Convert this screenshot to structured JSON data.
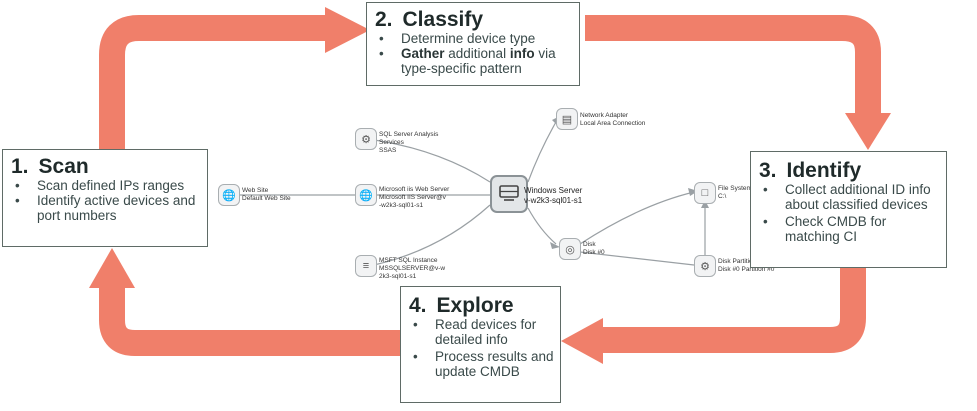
{
  "steps": {
    "scan": {
      "number": "1.",
      "title": "Scan",
      "bullets": [
        {
          "text": "Scan defined IPs ranges"
        },
        {
          "text": "Identify active devices and port numbers"
        }
      ]
    },
    "classify": {
      "number": "2.",
      "title": "Classify",
      "bullets": [
        {
          "text": "Determine device type"
        },
        {
          "bold1": "Gather",
          "mid": " additional ",
          "bold2": "info",
          "rest": " via type-specific pattern"
        }
      ]
    },
    "identify": {
      "number": "3.",
      "title": "Identify",
      "bullets": [
        {
          "text": "Collect additional ID info about classified devices"
        },
        {
          "text": "Check CMDB for matching CI"
        }
      ]
    },
    "explore": {
      "number": "4.",
      "title": "Explore",
      "bullets": [
        {
          "text": "Read devices for detailed info"
        },
        {
          "text": "Process results and update CMDB"
        }
      ]
    }
  },
  "graph": {
    "center": {
      "line1": "Windows Server",
      "line2": "v-w2k3-sql01-s1",
      "icon": "server-icon"
    },
    "nodes": {
      "web_site": {
        "line1": "Web Site",
        "line2": "Default Web Site",
        "icon": "globe-icon"
      },
      "sql_analysis": {
        "line1": "SQL Server Analysis",
        "line2": "Services",
        "line3": "SSAS",
        "icon": "gear-icon"
      },
      "iis": {
        "line1": "Microsoft iis Web Server",
        "line2": "Microsoft IIS Server@v",
        "line3": "-w2k3-sql01-s1",
        "icon": "globe-icon"
      },
      "mssql": {
        "line1": "MSFT SQL Instance",
        "line2": "MSSQLSERVER@v-w",
        "line3": "2k3-sql01-s1",
        "icon": "database-icon"
      },
      "network_adapter": {
        "line1": "Network Adapter",
        "line2": "Local Area Connection",
        "icon": "network-card-icon"
      },
      "disk": {
        "line1": "Disk",
        "line2": "Disk #0",
        "icon": "disk-icon"
      },
      "file_system": {
        "line1": "File System",
        "line2": "C:\\",
        "icon": "folder-icon"
      },
      "partition": {
        "line1": "Disk Partition",
        "line2": "Disk #0 Partition #0",
        "icon": "gear-icon"
      }
    }
  },
  "colors": {
    "arrow": "#f07f6a",
    "box_border": "#5f6b66",
    "edge": "#9aa0a4"
  }
}
